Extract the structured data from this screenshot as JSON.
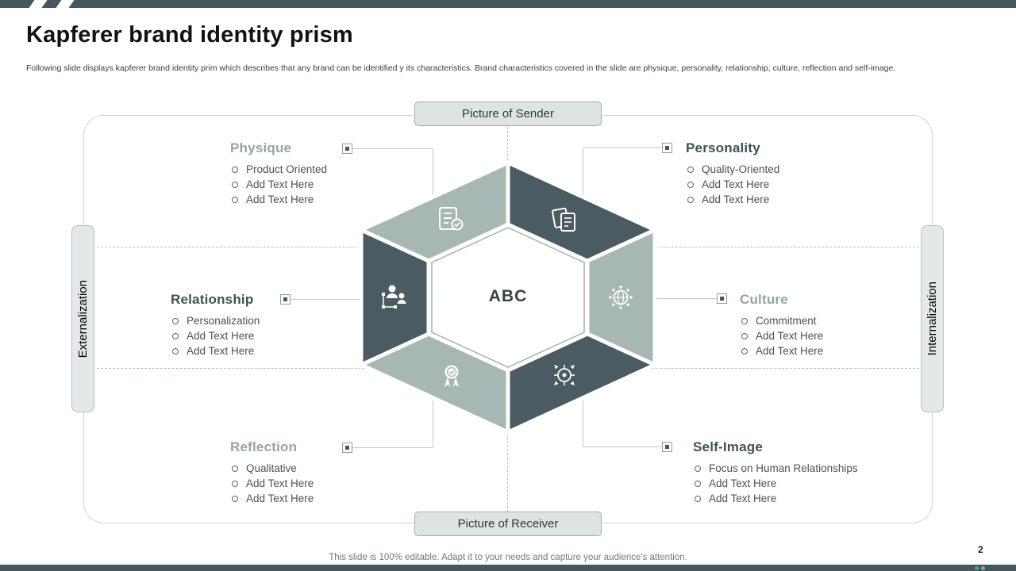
{
  "slide": {
    "title": "Kapferer brand identity prism",
    "description": "Following slide displays kapferer brand identity prim which describes that any brand can be identified y its characteristics. Brand characteristics covered  in the slide are physique, personality, relationship, culture, reflection and self-image.",
    "footer": "This slide is 100% editable. Adapt it to your needs and capture your audience's attention.",
    "page_number": "2"
  },
  "diagram": {
    "center_label": "ABC",
    "top_label": "Picture of Sender",
    "bottom_label": "Picture of Receiver",
    "left_label": "Externalization",
    "right_label": "Internalization",
    "colors": {
      "dark_segment": "#4a5c62",
      "light_segment": "#a7b7b4",
      "bar": "#46585e",
      "accent_teal": "#31a8a3"
    },
    "sections": {
      "physique": {
        "title": "Physique",
        "icon": "clipboard-check-icon",
        "bullets": [
          "Product Oriented",
          "Add Text Here",
          "Add Text Here"
        ]
      },
      "personality": {
        "title": "Personality",
        "icon": "documents-icon",
        "bullets": [
          "Quality-Oriented",
          "Add Text Here",
          "Add Text Here"
        ]
      },
      "relationship": {
        "title": "Relationship",
        "icon": "people-network-icon",
        "bullets": [
          "Personalization",
          "Add Text Here",
          "Add Text Here"
        ]
      },
      "culture": {
        "title": "Culture",
        "icon": "globe-network-icon",
        "bullets": [
          "Commitment",
          "Add Text Here",
          "Add Text Here"
        ]
      },
      "reflection": {
        "title": "Reflection",
        "icon": "award-medal-icon",
        "bullets": [
          "Qualitative",
          "Add Text Here",
          "Add Text Here"
        ]
      },
      "selfimage": {
        "title": "Self-Image",
        "icon": "target-compass-icon",
        "bullets": [
          "Focus on Human Relationships",
          "Add Text Here",
          "Add Text Here"
        ]
      }
    }
  }
}
